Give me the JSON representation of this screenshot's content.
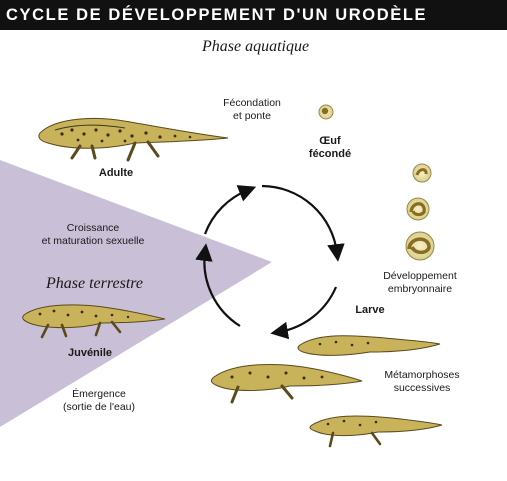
{
  "title": "CYCLE DE DÉVELOPPEMENT D'UN URODÈLE",
  "phase_aquatique": "Phase aquatique",
  "phase_terrestre": "Phase terrestre",
  "labels": {
    "fecondation_1": "Fécondation",
    "fecondation_2": "et ponte",
    "oeuf_1": "Œuf",
    "oeuf_2": "fécondé",
    "adulte": "Adulte",
    "croissance_1": "Croissance",
    "croissance_2": "et maturation sexuelle",
    "developpement_1": "Développement",
    "developpement_2": "embryonnaire",
    "larve": "Larve",
    "juvenile": "Juvénile",
    "metamorphoses_1": "Métamorphoses",
    "metamorphoses_2": "successives",
    "emergence_1": "Émergence",
    "emergence_2": "(sortie de l'eau)"
  },
  "colors": {
    "title_bg": "#111111",
    "terrestrial_zone": "#c9bfd6",
    "newt_body": "#c8b25a",
    "arrow": "#111111"
  }
}
